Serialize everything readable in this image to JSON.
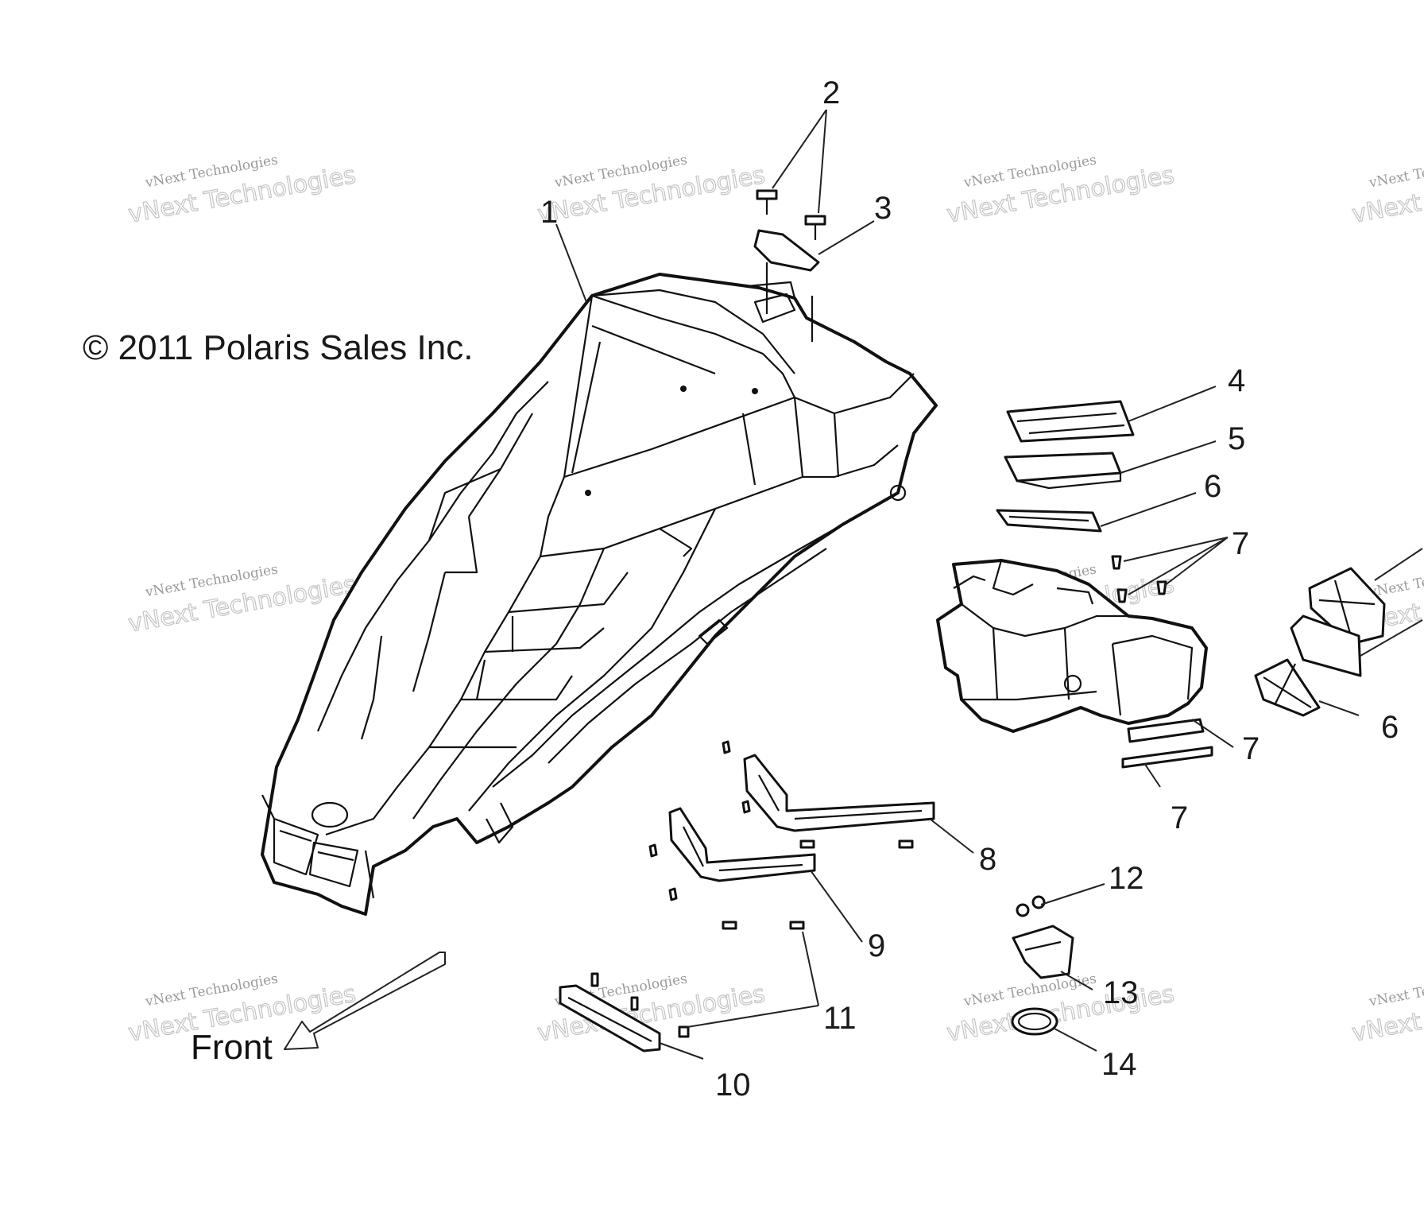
{
  "copyright": "© 2011 Polaris Sales Inc.",
  "direction_label": "Front",
  "callouts": [
    "1",
    "2",
    "3",
    "4",
    "5",
    "6",
    "7",
    "8",
    "9",
    "10",
    "11",
    "12",
    "13",
    "14"
  ],
  "watermark": {
    "line1": "vNext Technologies",
    "line2": "vNext Technologies"
  },
  "colors": {
    "line": "#111111",
    "background": "#ffffff",
    "watermark": "#b0b0b0"
  }
}
